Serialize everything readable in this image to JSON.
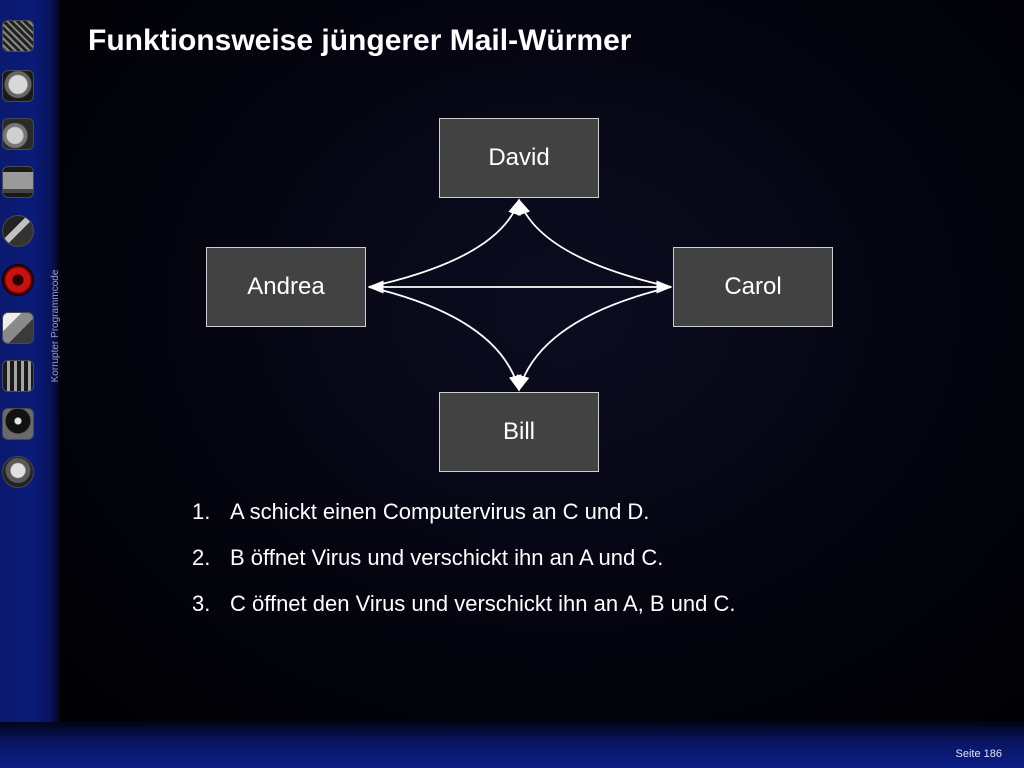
{
  "slide": {
    "title": "Funktionsweise jüngerer Mail-Würmer",
    "sidebar": {
      "label": "Korrupter Programmcode",
      "thumbnails": [
        "maze-icon",
        "mask-icon",
        "hand-icon",
        "computer-icon",
        "wrench-icon",
        "monster-icon",
        "cube-icon",
        "figures-icon",
        "ninja-icon",
        "gremlin-icon"
      ]
    },
    "diagram": {
      "nodes": {
        "david": "David",
        "andrea": "Andrea",
        "carol": "Carol",
        "bill": "Bill"
      }
    },
    "steps": [
      {
        "number": "1.",
        "text": "A schickt einen Computervirus an C und D."
      },
      {
        "number": "2.",
        "text": "B öffnet Virus und verschickt ihn an A und C."
      },
      {
        "number": "3.",
        "text": "C öffnet den Virus und verschickt ihn an A, B und C."
      }
    ],
    "footer": {
      "page_label": "Seite 186"
    },
    "colors": {
      "background": "#000000",
      "sidebar": "#0a1b7a",
      "node_fill": "#424242",
      "text": "#ffffff"
    }
  }
}
